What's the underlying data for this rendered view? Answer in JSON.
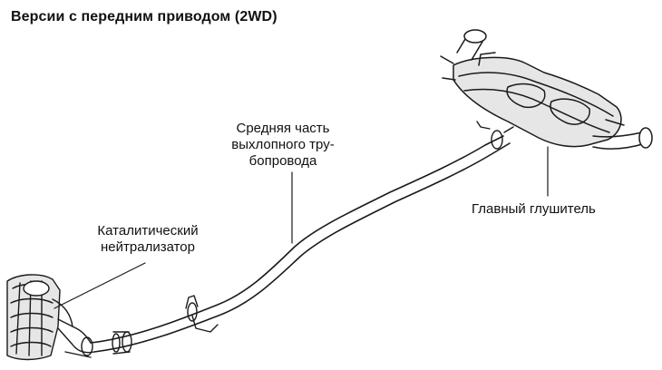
{
  "title": "Версии с передним приводом (2WD)",
  "labels": {
    "middle_pipe": "Средняя часть\nвыхлопного тру-\nбопровода",
    "catalytic": "Каталитический\nнейтрализатор",
    "main_muffler": "Главный глушитель"
  },
  "colors": {
    "line": "#1a1a1a",
    "fill": "#e6e6e6",
    "background": "#ffffff"
  }
}
